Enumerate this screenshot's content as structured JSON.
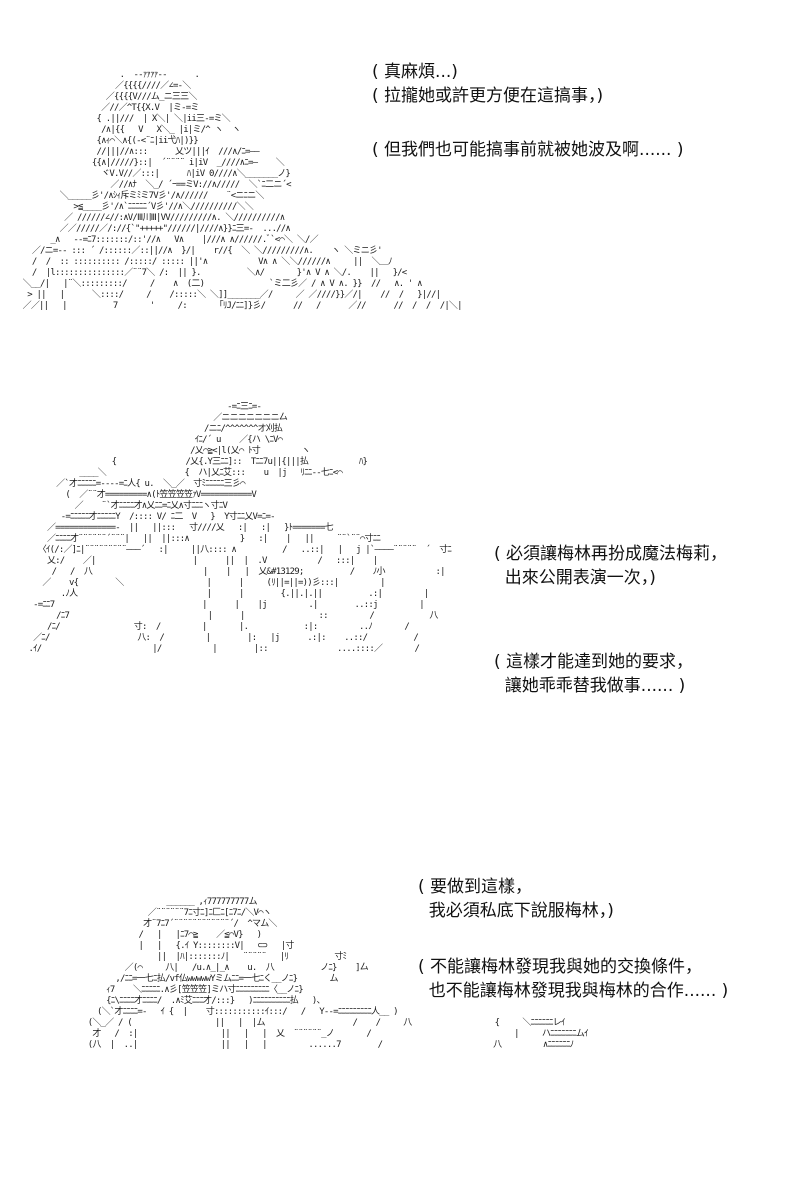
{
  "panels": [
    {
      "dialogues": [
        {
          "lines": [
            "( 真麻煩...)",
            "( 拉攏她或許更方便在這搞事，)"
          ]
        },
        {
          "lines": [
            "( 但我們也可能搞事前就被她波及啊...... )"
          ]
        }
      ]
    },
    {
      "dialogues": [
        {
          "lines": [
            "( 必須讓梅林再扮成魔法梅莉，",
            "  出來公開表演一次，)"
          ]
        },
        {
          "lines": [
            "( 這樣才能達到她的要求，",
            "  讓她乖乖替我做事...... )"
          ]
        }
      ]
    },
    {
      "dialogues": [
        {
          "lines": [
            "( 要做到這樣，",
            "  我必須私底下說服梅林，)"
          ]
        },
        {
          "lines": [
            "( 不能讓梅林發現我與她的交換條件，",
            "  也不能讓梅林發現我與梅林的合作...... )"
          ]
        }
      ]
    }
  ],
  "ascii_art": {
    "panel_1": "                      .  --ｧｧｧｧ--      .\n                     ／{{{{////／∠=-＼\n                   ／{{{{V///ム_ニ三三＼\n                  ／//／^T{{X.V  |ミ-=ミ\n                 { .||///  | X＼| ＼|ii三-=ミ＼\n                  /∧|{{   V   X＼_ |i|ミ/^ ヽ  ヽ\n                 {∧ｨ⌒＼∧{(-<¨ﾆ|ii弋ﾊ|)}}\n                 //|||//∧:::      乂ツ|||ｲ  ///∧/ﾆ=――\n                {{∧|/////}::|  ´¨¨¨¨ i|iV  _////∧ﾆ=―    ＼\n                  ヾV.V//／:::|      ﾊ|iV 0////∧＼_______ノ}\n                    ／//∧ﾅ  ＼_/ ´ｰ==ミV://∧/////  ＼`ﾆ二ニ´<\n         ＼_____彡'/∧ｼｨ斥ミﾐミ7V彡'/∧//////    ¨<ニﾆニ＼\n            >≦____彡'/∧`ﾆﾆﾆﾆﾆ´V彡'//∧＼//////////＼＼\n          ／ //////∠//:∧V/Ⅲ川Ⅲ|VV/////////∧. ＼//////////∧\n         ／／/////／/://{`\"+++++\"//////|////∧}}ﾆ三=-  ...//∧\n       _∧   --=ﾆ7:::::::/::'//∧   V∧    |///∧ ∧//////.ﾞ`<⌒＼ ＼/／\n   ／/ニ=-- ::: ´ /::::::／::||//∧  }/|    r//{  ＼ ＼/////////∧.    ヽ ＼ミニ彡'\n   /  /  :: :::::::::: /:::::/ ::::: ||'∧           V∧ ∧ ＼＼//////∧     ||  ＼＿ﾉ\n   /  |l:::::::::::::::／¨¨7＼ /:  || }.          ＼∧/       }'∧ V ∧ ＼/.    ||   }/<\n ＼__/|   |¨＼:::::::::/     /    ∧  (二)              `ミ二彡／ / ∧ V ∧. }}  //   ∧. ' ∧\n  > ||   |      ＼::::/     /    /:::::＼ ＼]]_______／/     ／ ／////}}／/|    //  /   }|//|\n ／／||   |          7       '     /:       ｢ﾘJ/ﾆﾆ]}彡/      //   /      ／//      //  /  /  /|＼|",
    "panel_2": "                                               -=ﾆ三ﾆ=-\n                                            ／ニニニニニニニ厶\n                                          /ニﾆ/^^^^^^^オ刈払\n                                        ｲﾆ/´ u    ／{ハ \\ﾆV⌒\n                                       /乂⌒≧<|l(乂⌒ ﾄ寸         ヽ\n                      {               /乂{.Y三ﾆﾆ]::  Tﾆﾆ7u||{|||払           ﾊ}\n               ____＼                 {  ハ|乂ﾆ艾:::    u  |j   ﾘﾆﾆ--七ﾆ<⌒\n          ／`才ﾆﾆﾆﾆﾆ=----=ﾆ人{ u.  ＼_／  寸ﾐﾆﾆﾆﾆﾆ三彡⌒\n            (  ／¨¨才=========∧(ﾄ笠笠笠笠ｧV===========V\n              ／    ¨`才ﾆﾆﾆﾆ才∧乂ﾆﾆ=ﾆ乂∧寸ﾆﾆﾆヽ寸ﾆV\n           -=ﾆﾆﾆﾆﾆ才ﾆﾆﾆﾆﾆY  /:::: V/ ﾆ二  V   }  Y寸ﾆﾆ乂V=ﾆ=-\n        ／=============-  ||   ||:::   寸////乂   :|   :|   }ﾄ=======七\n        ／ﾆﾆﾆﾆ才¨¨¨¨¨¨´¨¨¨|   ||  ||:::∧           }   :|    |   ||     ¨¨`¨¨⌒寸ﾆﾆ\n      〈ｲ(/:／]ﾆ|¨¨¨¨¨¨¨¨¨―――´   :|     ||八:::: ∧          /   ..::|   |   j |`――――¨¨¨¨¨  ´  寸ﾆ\n        乂:/    ／|                     |      ||  |  .V           /   :::|    |\n         /   /  八                        |    |   |  乂&#13129;          /    ﾉ小           :|\n       ／    v{        ＼                  |      |     (ﾘ||=||=))彡:::|         |\n           .ﾉ人                            |      |        {.||.|.||          .:|         |\n     -=ﾆﾆ7                                |      |    |j         .|        ..::j         |\n          /ﾆ7                              |      |                ::         /            八\n        /ﾆ/                寸:  /         |       |.            :|:         ..ﾉ       /\n     ／ﾆ/                   八:  /         |        |:   |j      .:|:    ..::/          /\n    .ｲ/                        |/           |        |::               ....::::／       /",
    "panel_3": "                       ______ ,ｨ777777777ム\n                   ／¨¨¨¨¨¨7ﾆ寸ﾆ]ﾆ匚ﾆ[ﾆ7ﾆ/＼V⌒ヽ\n                  才¨7ﾆ7´¨¨¨¨¨¨¨¨¨¨¨¨´/  ^マム＼\n                 /   |   |ﾆ7⌒≧    ／≦⌒V}   )\n                 |   |   {.ｲ Y::::::::V|   ⊂⊃   |寸\n                     ||  |ﾊ|:::::::ﾉ|   ¨¨¨¨¨   |ﾘ          寸ﾐ\n              ／(⌒     八|   /u.∧_|_∧    u.  八          ノﾆ}    ]厶\n            ,/ﾆﾆ=一七ﾆ払/vf仏wwwwwYミムﾆﾆ=一七ﾆく__ノﾆ}       ム\n          ｨ7    ＼ﾆﾆﾆﾆﾆ.∧彡[笠笠笠]ミハ寸ﾆﾆﾆﾆﾆﾆﾆﾆﾆ〈__ノﾆ}\n          {ﾆ\\ﾆﾆﾆﾆ才ﾆﾆﾆﾆ/  .∧ﾐ艾ﾆﾆﾆ才/:::}   )ﾆﾆﾆﾆﾆﾆﾆﾆﾆﾆ払   )、\n        (＼`才ﾆﾆﾆﾆ=-   ｲ {  |    寸:::::::::::ｲ:::/   /   Y--=ﾆﾆﾆﾆﾆﾆﾆﾆﾆ人__ )\n      (＼_／ / (                  ||   |  |ム                   /    /     八                  {     ＼ﾆﾆﾆﾆﾆﾆレｲ\n       才   /  :|                  ||   |   |  乂  ¨¨¨¨¨¨_ノ       /                               |     ハﾆﾆﾆﾆﾆﾆﾆムｲ\n      (八  |  ..|                  ||   |   |         ......7        /                        八         ∧ﾆﾆﾆﾆﾆﾆﾉ"
  }
}
